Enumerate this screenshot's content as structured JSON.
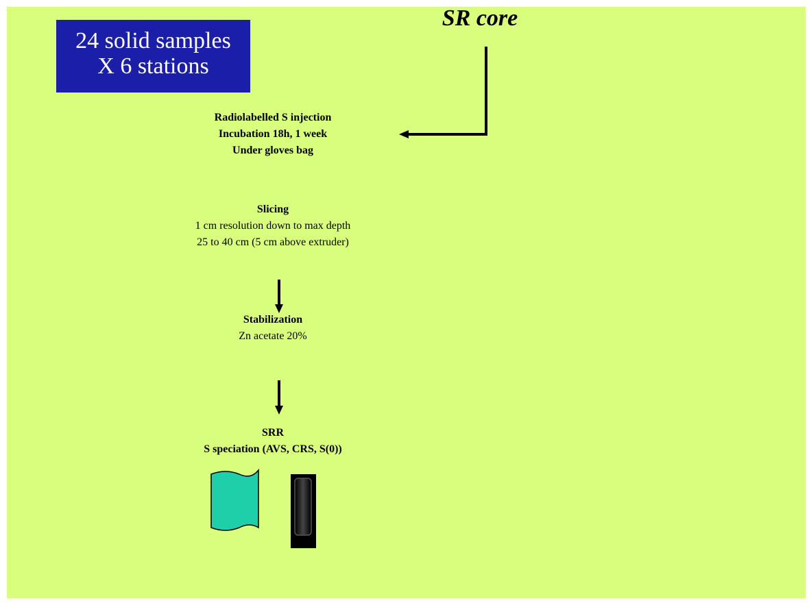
{
  "title_box": {
    "line1": "24 solid samples",
    "line2": "X 6 stations",
    "background": "#1a1ea8",
    "text_color": "#ffffff"
  },
  "core_label": "SR core",
  "steps": [
    {
      "lines_bold": [
        "Radiolabelled S injection",
        "Incubation 18h, 1 week",
        "Under gloves bag"
      ],
      "lines_plain": []
    },
    {
      "lines_bold": [
        "Slicing"
      ],
      "lines_plain": [
        "1 cm resolution down to max depth",
        "25 to 40 cm (5 cm above extruder)"
      ]
    },
    {
      "lines_bold": [
        "Stabilization"
      ],
      "lines_plain": [
        "Zn acetate 20%"
      ]
    },
    {
      "lines_bold": [
        "SRR",
        "S speciation (AVS, CRS, S(0))"
      ],
      "lines_plain": []
    }
  ],
  "colors": {
    "slide_background": "#d9fd7d",
    "flag_icon": "#1fcfaa",
    "core_tube": "#000000"
  },
  "icons": [
    "flag-icon",
    "core-tube-icon"
  ]
}
